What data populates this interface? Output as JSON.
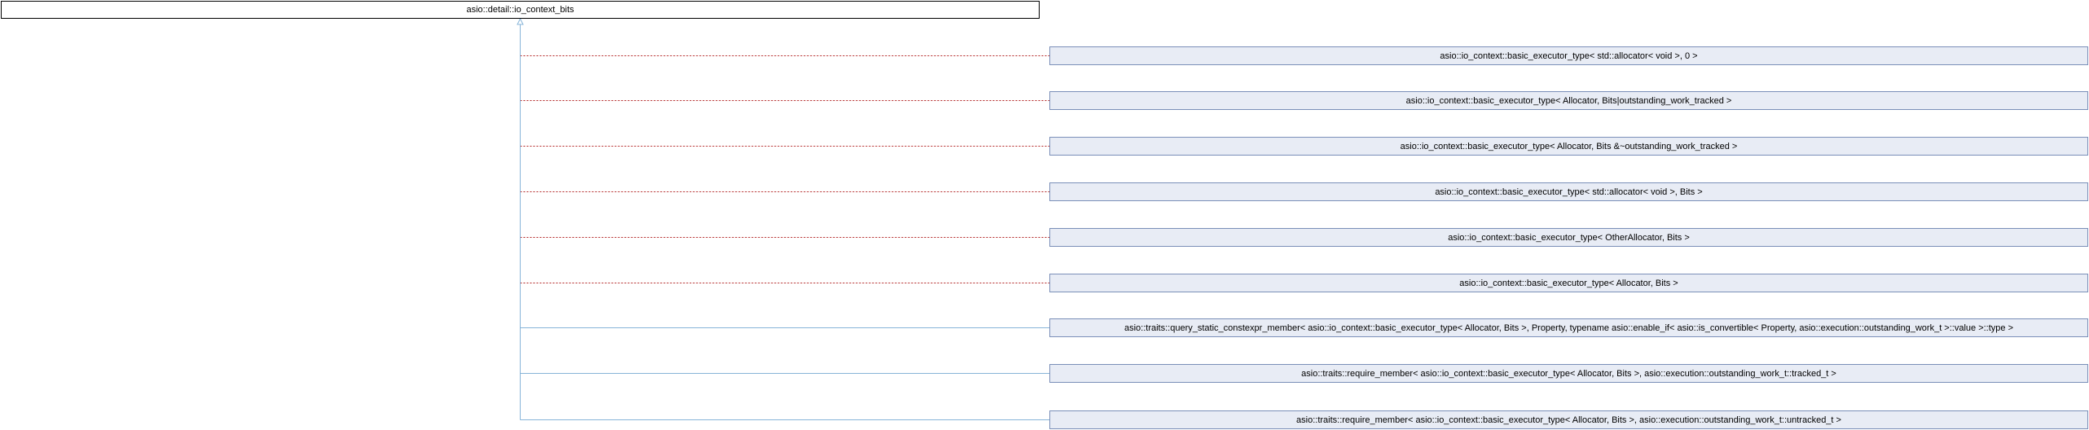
{
  "base_class": {
    "label": "asio::detail::io_context_bits"
  },
  "derived_classes": [
    {
      "label": "asio::io_context::basic_executor_type< std::allocator< void >, 0 >",
      "relation": "template-instance"
    },
    {
      "label": "asio::io_context::basic_executor_type< Allocator, Bits|outstanding_work_tracked >",
      "relation": "template-instance"
    },
    {
      "label": "asio::io_context::basic_executor_type< Allocator, Bits &~outstanding_work_tracked >",
      "relation": "template-instance"
    },
    {
      "label": "asio::io_context::basic_executor_type< std::allocator< void >, Bits >",
      "relation": "template-instance"
    },
    {
      "label": "asio::io_context::basic_executor_type< OtherAllocator, Bits >",
      "relation": "template-instance"
    },
    {
      "label": "asio::io_context::basic_executor_type< Allocator, Bits >",
      "relation": "template-instance"
    },
    {
      "label": "asio::traits::query_static_constexpr_member< asio::io_context::basic_executor_type< Allocator, Bits >, Property, typename asio::enable_if< asio::is_convertible< Property, asio::execution::outstanding_work_t >::value >::type >",
      "relation": "inheritance"
    },
    {
      "label": "asio::traits::require_member< asio::io_context::basic_executor_type< Allocator, Bits >, asio::execution::outstanding_work_t::tracked_t >",
      "relation": "inheritance"
    },
    {
      "label": "asio::traits::require_member< asio::io_context::basic_executor_type< Allocator, Bits >, asio::execution::outstanding_work_t::untracked_t >",
      "relation": "inheritance"
    }
  ],
  "colors": {
    "template_instance_edge": "#b22222",
    "inheritance_edge": "#87b4d8",
    "derived_fill": "#e8ecf5",
    "derived_border": "#7a8fb8",
    "base_border": "#000000"
  }
}
